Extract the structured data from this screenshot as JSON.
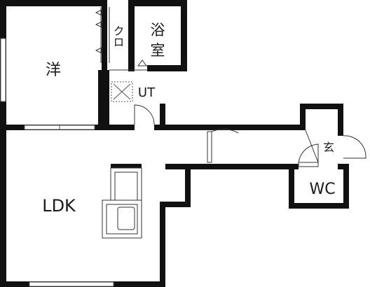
{
  "rooms": {
    "western": "洋",
    "closet": "クロ",
    "bath_top": "浴",
    "bath_bottom": "室",
    "utility": "UT",
    "ldk": "LDK",
    "entrance": "玄",
    "wc": "WC"
  },
  "colors": {
    "wall": "#111111",
    "line": "#555555",
    "background": "#ffffff"
  }
}
